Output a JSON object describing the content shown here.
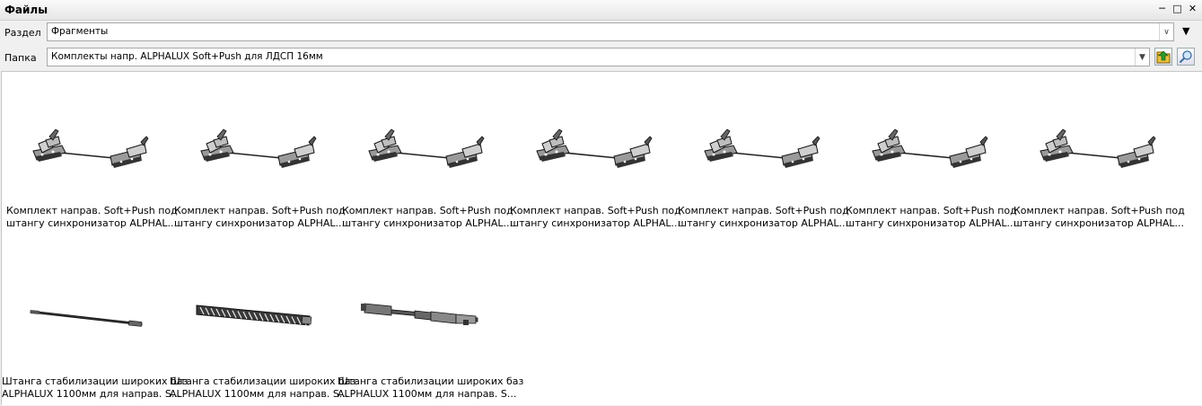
{
  "window": {
    "title": "Файлы"
  },
  "section": {
    "label": "Раздел",
    "value": "Фрагменты"
  },
  "folder": {
    "label": "Папка",
    "value": "Комплекты напр. ALPHALUX Soft+Push для ЛДСП 16мм"
  },
  "items": [
    {
      "line1": "Комплект направ. Soft+Push под",
      "line2": "штангу синхронизатор ALPHAL...",
      "icon": "drawer-slide-set-icon"
    },
    {
      "line1": "Комплект направ. Soft+Push под",
      "line2": "штангу синхронизатор ALPHAL...",
      "icon": "drawer-slide-set-icon"
    },
    {
      "line1": "Комплект направ. Soft+Push под",
      "line2": "штангу синхронизатор ALPHAL...",
      "icon": "drawer-slide-set-icon"
    },
    {
      "line1": "Комплект направ. Soft+Push под",
      "line2": "штангу синхронизатор ALPHAL...",
      "icon": "drawer-slide-set-icon"
    },
    {
      "line1": "Комплект направ. Soft+Push под",
      "line2": "штангу синхронизатор ALPHAL...",
      "icon": "drawer-slide-set-icon"
    },
    {
      "line1": "Комплект направ. Soft+Push под",
      "line2": "штангу синхронизатор ALPHAL...",
      "icon": "drawer-slide-set-icon"
    },
    {
      "line1": "Комплект направ. Soft+Push под",
      "line2": "штангу синхронизатор ALPHAL...",
      "icon": "drawer-slide-set-icon"
    },
    {
      "line1": "Штанга стабилизации широких баз",
      "line2": "ALPHALUX 1100мм для направ. S...",
      "icon": "thin-rod-icon"
    },
    {
      "line1": "Штанга стабилизации широких баз",
      "line2": "ALPHALUX 1100мм для направ. S...",
      "icon": "ribbed-rod-icon"
    },
    {
      "line1": "Штанга стабилизации широких баз",
      "line2": "ALPHALUX 1100мм для направ. S...",
      "icon": "rod-with-clips-icon"
    }
  ]
}
